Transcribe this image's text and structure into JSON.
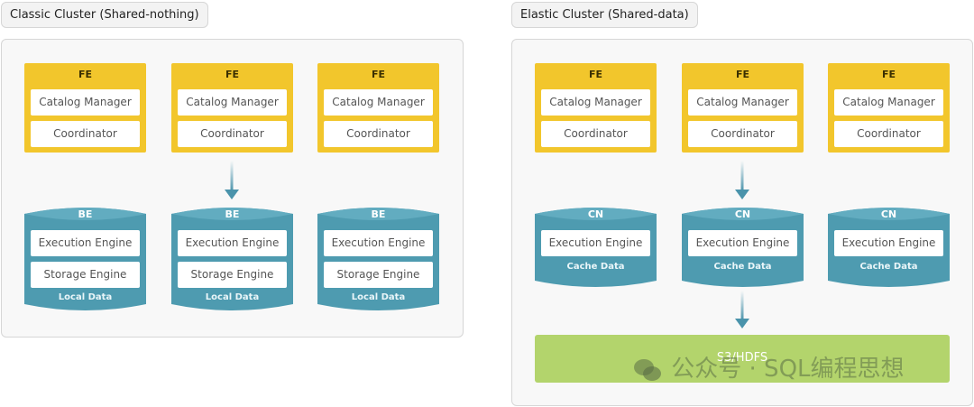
{
  "left": {
    "title": "Classic Cluster (Shared-nothing)",
    "fe_nodes": [
      {
        "label": "FE",
        "components": [
          "Catalog Manager",
          "Coordinator"
        ]
      },
      {
        "label": "FE",
        "components": [
          "Catalog Manager",
          "Coordinator"
        ]
      },
      {
        "label": "FE",
        "components": [
          "Catalog Manager",
          "Coordinator"
        ]
      }
    ],
    "be_nodes": [
      {
        "label": "BE",
        "components": [
          "Execution Engine",
          "Storage Engine"
        ],
        "footer": "Local Data"
      },
      {
        "label": "BE",
        "components": [
          "Execution Engine",
          "Storage Engine"
        ],
        "footer": "Local Data"
      },
      {
        "label": "BE",
        "components": [
          "Execution Engine",
          "Storage Engine"
        ],
        "footer": "Local Data"
      }
    ]
  },
  "right": {
    "title": "Elastic Cluster (Shared-data)",
    "fe_nodes": [
      {
        "label": "FE",
        "components": [
          "Catalog Manager",
          "Coordinator"
        ]
      },
      {
        "label": "FE",
        "components": [
          "Catalog Manager",
          "Coordinator"
        ]
      },
      {
        "label": "FE",
        "components": [
          "Catalog Manager",
          "Coordinator"
        ]
      }
    ],
    "cn_nodes": [
      {
        "label": "CN",
        "components": [
          "Execution Engine"
        ],
        "footer": "Cache Data"
      },
      {
        "label": "CN",
        "components": [
          "Execution Engine"
        ],
        "footer": "Cache Data"
      },
      {
        "label": "CN",
        "components": [
          "Execution Engine"
        ],
        "footer": "Cache Data"
      }
    ],
    "storage": {
      "label": "S3/HDFS"
    }
  },
  "watermark": {
    "text": "公众号 · SQL编程思想",
    "icon": "wechat-icon"
  },
  "colors": {
    "fe": "#f2c62c",
    "node": "#4e9bb0",
    "arrow": "#4a93ab",
    "storage": "#b3d46c"
  }
}
